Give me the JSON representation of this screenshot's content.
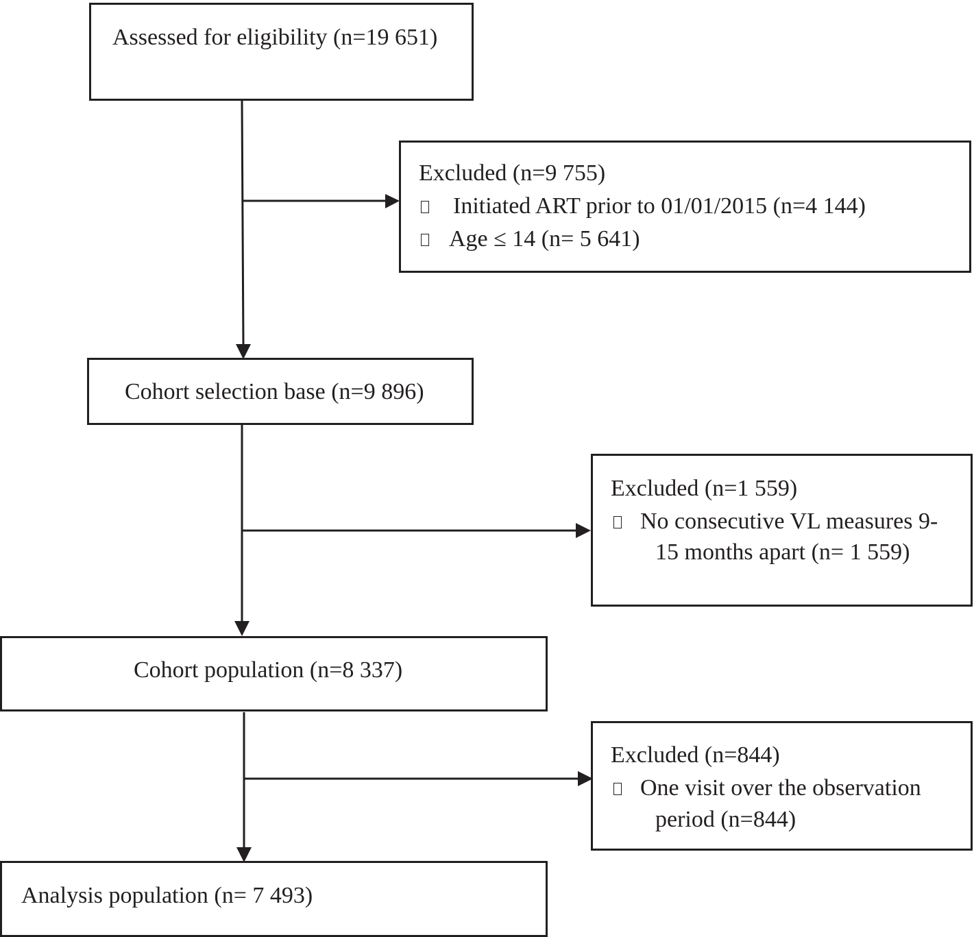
{
  "boxes": {
    "assessed": {
      "title": "Assessed for eligibility (n=19 651)"
    },
    "excluded_1": {
      "title": "Excluded (n=9 755)",
      "items": [
        "Initiated ART prior to 01/01/2015 (n=4 144)",
        "Age ≤ 14 (n= 5 641)"
      ]
    },
    "cohort_selection": {
      "title": "Cohort selection base (n=9 896)"
    },
    "excluded_2": {
      "title": "Excluded (n=1 559)",
      "item_line1": "No consecutive VL measures 9-",
      "item_line2": "15 months apart (n= 1 559)"
    },
    "cohort_population": {
      "title": "Cohort population (n=8 337)"
    },
    "excluded_3": {
      "title": "Excluded (n=844)",
      "item_line1": "One visit over the observation",
      "item_line2": "period (n=844)"
    },
    "analysis_population": {
      "title": "Analysis population (n= 7 493)"
    }
  },
  "colors": {
    "stroke": "#231f20",
    "background": "#ffffff"
  }
}
